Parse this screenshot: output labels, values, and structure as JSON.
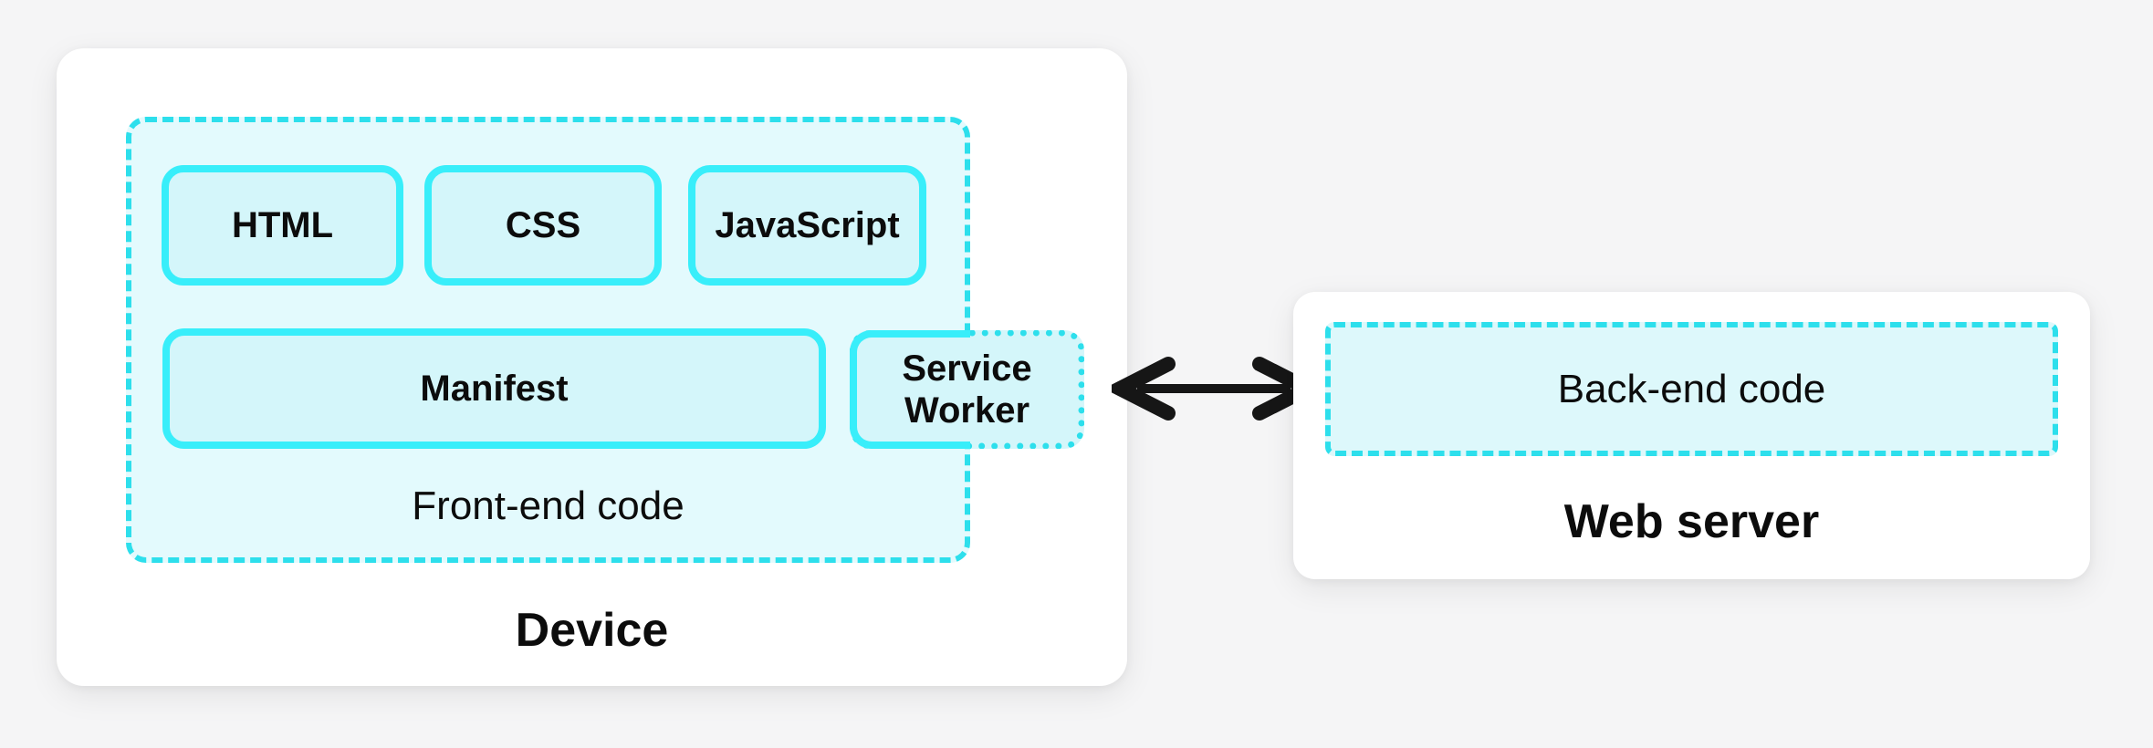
{
  "device": {
    "label": "Device"
  },
  "frontend": {
    "label": "Front-end code",
    "boxes": {
      "html": "HTML",
      "css": "CSS",
      "javascript": "JavaScript",
      "manifest": "Manifest",
      "service_worker": "Service Worker"
    }
  },
  "server": {
    "label": "Web server",
    "backend_label": "Back-end code"
  },
  "arrow": {
    "type": "double-headed",
    "color": "#161616"
  },
  "colors": {
    "background": "#f5f5f6",
    "panel": "#ffffff",
    "box_fill": "#d4f6fa",
    "container_fill": "#e3fafd",
    "border_solid": "#38eefa",
    "border_dashed": "#2ddfec",
    "text": "#0c0c0c"
  }
}
